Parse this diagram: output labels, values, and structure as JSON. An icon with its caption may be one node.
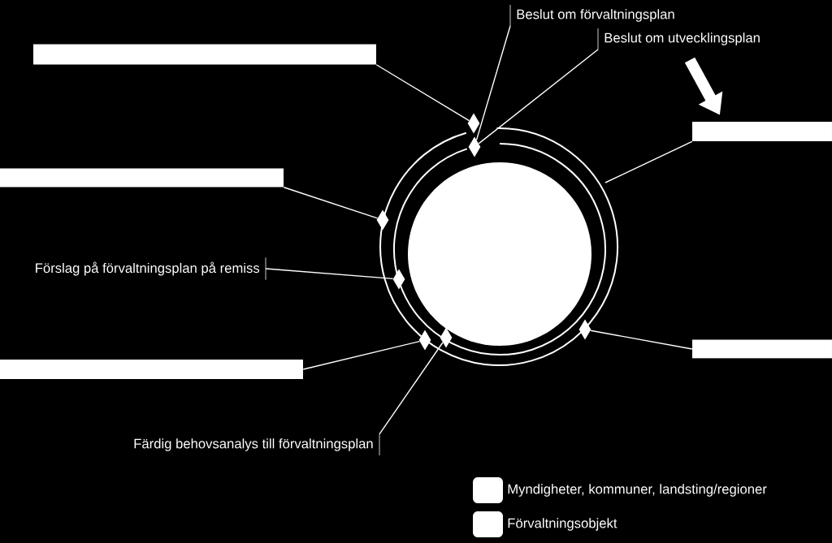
{
  "diagram": {
    "nodes": [
      {
        "text": [
          "Beslut om förvaltningsplan"
        ]
      },
      {
        "text": [
          "Beslut om utvecklingsplan"
        ]
      },
      {
        "text": [],
        "shape": "bar"
      },
      {
        "text": [],
        "shape": "bar"
      },
      {
        "text": [],
        "shape": "bar"
      },
      {
        "text": [],
        "shape": "circle"
      },
      {
        "text": [
          "Förslag på förvaltningsplan på remiss"
        ]
      },
      {
        "text": [],
        "shape": "bar"
      },
      {
        "text": [],
        "shape": "bar"
      },
      {
        "text": [
          "Färdig behovsanalys till förvaltningsplan"
        ]
      },
      {
        "text": [],
        "shape": "diamond"
      },
      {
        "text": [],
        "shape": "diamond"
      },
      {
        "text": [],
        "shape": "diamond"
      },
      {
        "text": [],
        "shape": "diamond"
      },
      {
        "text": [],
        "shape": "diamond"
      },
      {
        "text": [],
        "shape": "diamond"
      },
      {
        "text": [],
        "shape": "diamond"
      }
    ],
    "edges": [
      {
        "from": 2,
        "to": 10,
        "arrow": "none"
      },
      {
        "from": 0,
        "to": 11,
        "arrow": "none"
      },
      {
        "from": 1,
        "to": 11,
        "arrow": "none"
      },
      {
        "from": 3,
        "to": null,
        "arrow": "none"
      },
      {
        "from": 4,
        "to": 12,
        "arrow": "none"
      },
      {
        "from": 6,
        "to": 13,
        "arrow": "none"
      },
      {
        "from": 7,
        "to": 14,
        "arrow": "none"
      },
      {
        "from": 8,
        "to": 16,
        "arrow": "none"
      },
      {
        "from": 9,
        "to": 15,
        "arrow": "none"
      },
      {
        "from": null,
        "to": 3,
        "arrow": "to",
        "style": "thick"
      }
    ],
    "legend": [
      {
        "text": "Myndigheter, kommuner, landsting/regioner",
        "color": "#ffffff"
      },
      {
        "text": "Förvaltningsobjekt",
        "color": "#ffffff"
      }
    ]
  }
}
